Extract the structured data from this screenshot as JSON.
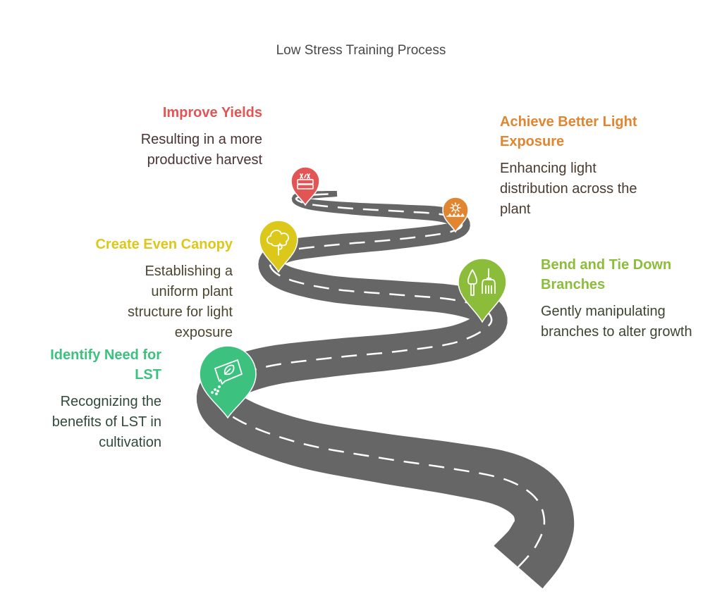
{
  "title": "Low Stress Training Process",
  "colors": {
    "road": "#666666",
    "dash": "#ffffff"
  },
  "steps": [
    {
      "id": "identify-need",
      "title": "Identify Need for LST",
      "description": "Recognizing the benefits of LST in cultivation",
      "color": "#3cc17f",
      "text_color": "#2f4a3c",
      "icon": "seed-packet-icon"
    },
    {
      "id": "bend-tie",
      "title": "Bend and Tie Down Branches",
      "description": "Gently manipulating branches to alter growth",
      "color": "#8cbd3a",
      "text_color": "#3c4530",
      "icon": "garden-tools-icon"
    },
    {
      "id": "even-canopy",
      "title": "Create Even Canopy",
      "description": "Establishing a uniform plant structure for light exposure",
      "color": "#dcc81a",
      "text_color": "#4a4630",
      "icon": "tree-icon"
    },
    {
      "id": "light-exposure",
      "title": "Achieve Better Light Exposure",
      "description": "Enhancing light distribution across the plant",
      "color": "#e08630",
      "text_color": "#4a3a2e",
      "icon": "sun-plants-icon"
    },
    {
      "id": "improve-yields",
      "title": "Improve Yields",
      "description": "Resulting in a more productive harvest",
      "color": "#e25555",
      "text_color": "#4a3434",
      "icon": "harvest-crate-icon"
    }
  ]
}
